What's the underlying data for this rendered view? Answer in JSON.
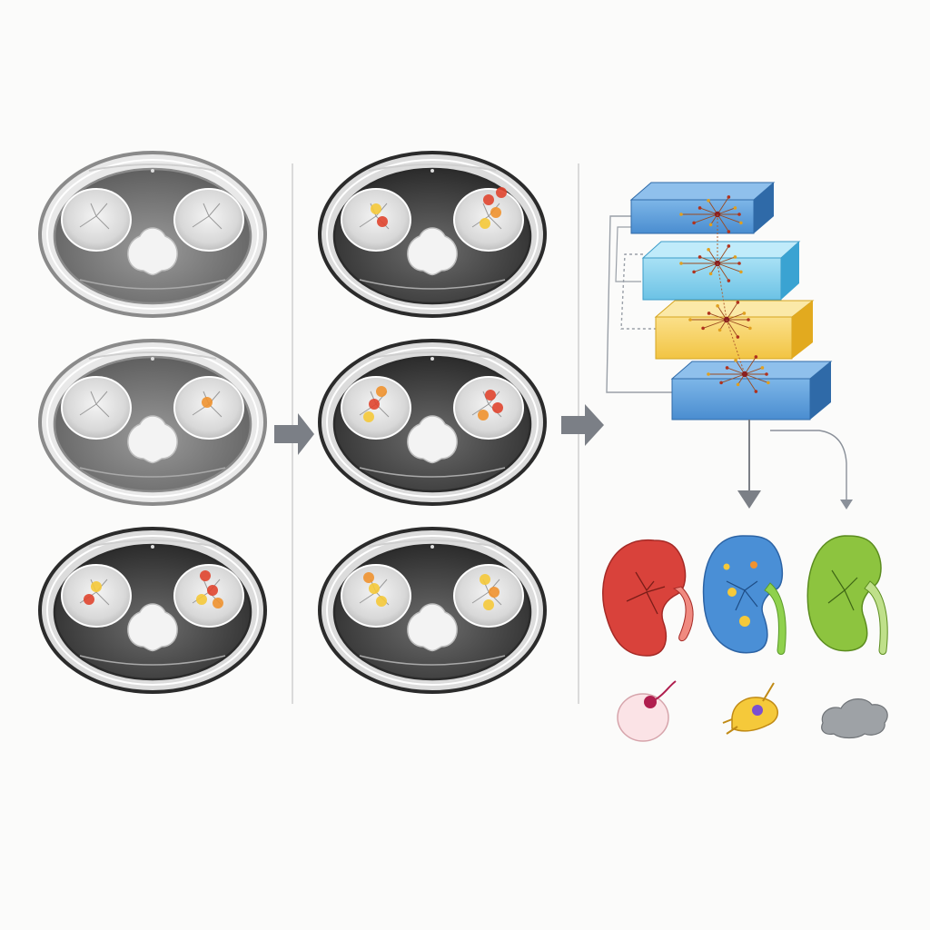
{
  "title": "",
  "colors": {
    "background": "#fbfbfa",
    "scan_light_ring": "#6d6d6d",
    "scan_dark_ring": "#2e2e2e",
    "divider": "#c8c8c8",
    "arrow": "#7b7f86",
    "layer_blue_dark": "#3f7fc0",
    "layer_blue_light": "#6ec3e6",
    "layer_yellow": "#f2c443",
    "lesion_red": "#e0452f",
    "lesion_orange": "#f0922f",
    "lesion_yellow": "#f5c93a",
    "kidney_red": "#d9423b",
    "kidney_blue": "#4a8fd6",
    "kidney_green": "#8dc43f"
  },
  "icons": {
    "flow_arrow": "arrow-right-icon",
    "down_arrow": "arrow-down-icon",
    "cyst": "cyst-icon",
    "tumor": "tumor-icon",
    "stone": "stone-icon"
  },
  "columns": {
    "original_scans": "original-ct-scans",
    "annotated_scans": "annotated-ct-scans",
    "model": "layered-network",
    "outputs": "kidney-classes"
  },
  "chart_data": null
}
